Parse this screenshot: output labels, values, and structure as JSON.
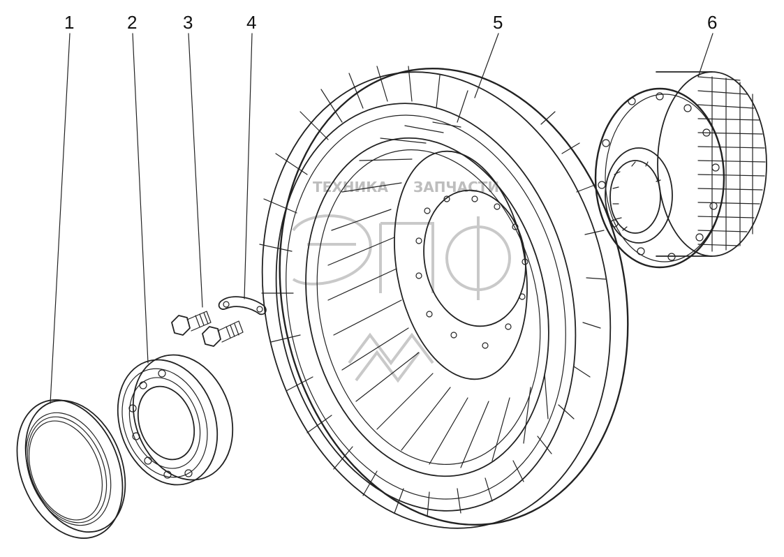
{
  "callouts": [
    {
      "id": "1",
      "label": "1"
    },
    {
      "id": "2",
      "label": "2"
    },
    {
      "id": "3",
      "label": "3"
    },
    {
      "id": "4",
      "label": "4"
    },
    {
      "id": "5",
      "label": "5"
    },
    {
      "id": "6",
      "label": "6"
    }
  ],
  "watermark": {
    "text_left": "ТЕХНИКА",
    "text_right": "ЗАПЧАСТИ",
    "logo_letters": "ЭПФ"
  },
  "colors": {
    "line": "#222222",
    "watermark": "#c9c9c9",
    "background": "#ffffff"
  }
}
